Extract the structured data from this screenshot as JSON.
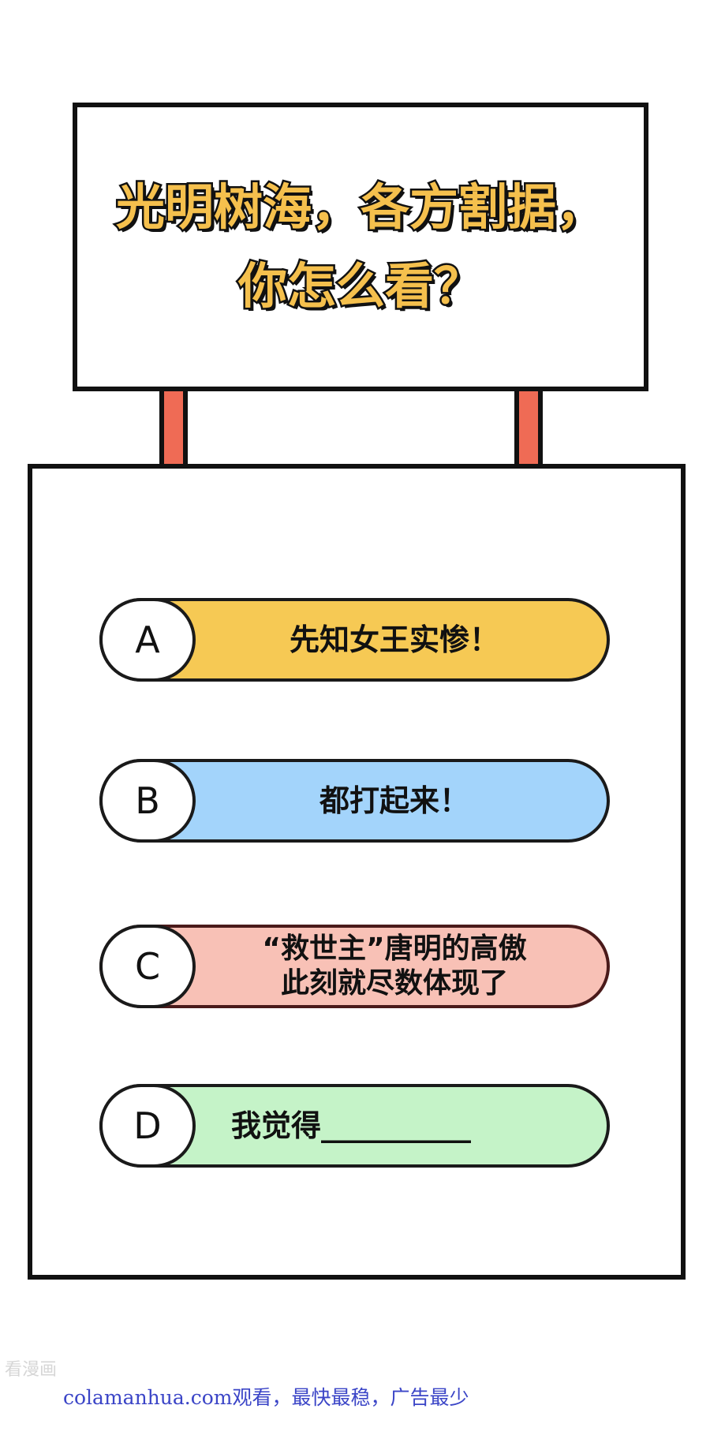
{
  "sign": {
    "title_line1": "光明树海，各方割据，",
    "title_line2": "你怎么看？"
  },
  "options": [
    {
      "letter": "A",
      "text_line1": "先知女王实惨！",
      "text_line2": "",
      "color": "#f6c954"
    },
    {
      "letter": "B",
      "text_line1": "都打起来！",
      "text_line2": "",
      "color": "#a3d4fb"
    },
    {
      "letter": "C",
      "text_line1": "“救世主”唐明的高傲",
      "text_line2": "此刻就尽数体现了",
      "color": "#f8c1b6"
    },
    {
      "letter": "D",
      "text_line1": "我觉得__________",
      "text_line2": "",
      "color": "#c5f3c8"
    }
  ],
  "watermark": {
    "logo": "看漫画",
    "site": "colamanhua.com观看，最快最稳，广告最少"
  },
  "colors": {
    "title_fill": "#f5c04d",
    "post": "#ef6b55",
    "outline": "#111111"
  }
}
